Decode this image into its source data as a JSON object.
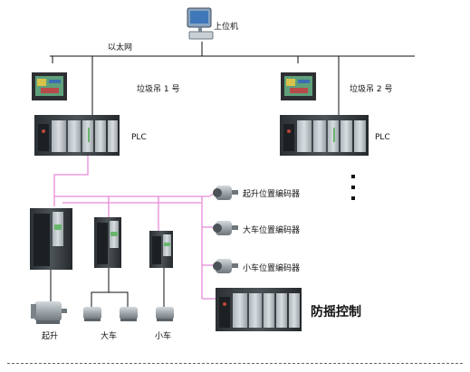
{
  "labels": {
    "host": "上位机",
    "ethernet": "以太网",
    "crane1": "垃圾吊 1 号",
    "crane2": "垃圾吊 2 号",
    "plc1": "PLC",
    "plc2": "PLC",
    "encoder_hoist": "起升位置编码器",
    "encoder_bridge": "大车位置编码器",
    "encoder_trolley": "小车位置编码器",
    "anti_sway": "防摇控制",
    "motor_hoist": "起升",
    "motor_bridge": "大车",
    "motor_trolley": "小车"
  },
  "colors": {
    "network_line": "#111111",
    "profibus_line": "#e68bd9",
    "device_dark": "#2f3438",
    "device_mid": "#5d6469",
    "device_light": "#c6ccd0",
    "accent_green": "#69b56d",
    "accent_red": "#c0453b"
  }
}
